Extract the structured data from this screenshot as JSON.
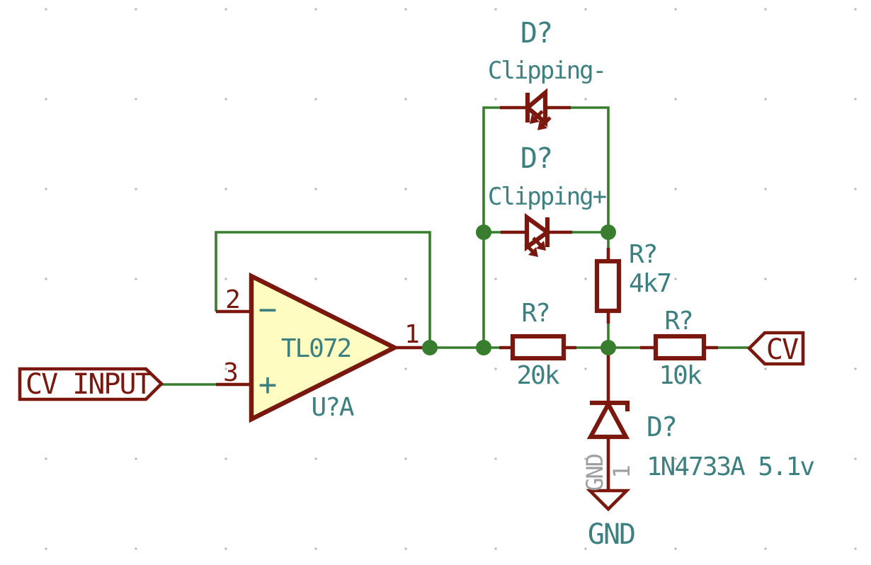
{
  "app": {
    "view": "schematic-editor-canvas",
    "description": "Op-amp CV buffer schematic with clipping LEDs and zener clamp"
  },
  "colors": {
    "wire_green": "#377d2d",
    "symbol_dark_red": "#7a180f",
    "field_text_teal": "#3c8080",
    "opamp_fill_yellow": "#fffcc1",
    "hidden_pin_gray": "#9e9e9e",
    "grid_dot_gray": "#b9b9b9",
    "background": "#ffffff"
  },
  "hier_labels": {
    "input": {
      "text": "CV_INPUT"
    },
    "output": {
      "text": "CV"
    }
  },
  "components": {
    "opamp": {
      "ref": "U?A",
      "value": "TL072",
      "pin_output": "1",
      "pin_inverting": "2",
      "pin_noninverting": "3",
      "inverting_sign": "−",
      "noninverting_sign": "+"
    },
    "led_clipping_minus": {
      "ref": "D?",
      "value": "Clipping-"
    },
    "led_clipping_plus": {
      "ref": "D?",
      "value": "Clipping+"
    },
    "resistor_4k7": {
      "ref": "R?",
      "value": "4k7"
    },
    "resistor_20k": {
      "ref": "R?",
      "value": "20k"
    },
    "resistor_10k": {
      "ref": "R?",
      "value": "10k"
    },
    "zener": {
      "ref": "D?",
      "value": "1N4733A 5.1v"
    },
    "gnd": {
      "label": "GND",
      "hidden_pin_name": "GND",
      "hidden_pin_number": "1"
    }
  }
}
